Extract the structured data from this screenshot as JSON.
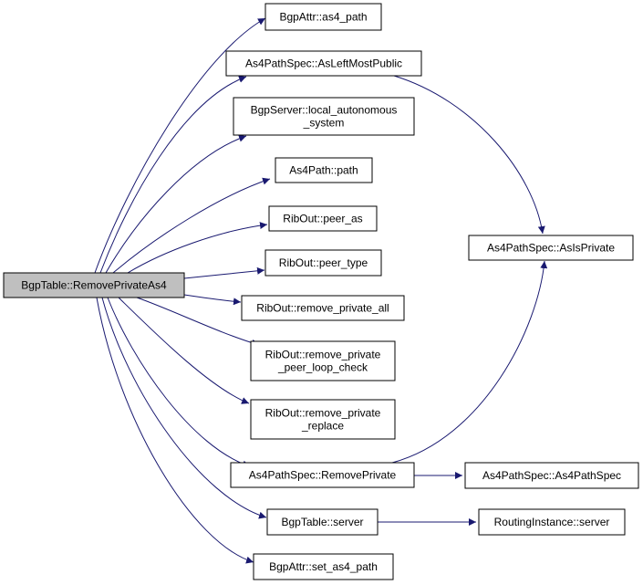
{
  "graph": {
    "colors": {
      "node_fill": "#ffffff",
      "root_fill": "#bfbfbf",
      "border": "#000000",
      "edge": "#191970",
      "text": "#000000"
    },
    "nodes": {
      "root": [
        "BgpTable::RemovePrivateAs4"
      ],
      "attr_as4_path": [
        "BgpAttr::as4_path"
      ],
      "leftmost": [
        "As4PathSpec::AsLeftMostPublic"
      ],
      "local_as": [
        "BgpServer::local_autonomous",
        "_system"
      ],
      "path": [
        "As4Path::path"
      ],
      "peer_as": [
        "RibOut::peer_as"
      ],
      "peer_type": [
        "RibOut::peer_type"
      ],
      "rm_all": [
        "RibOut::remove_private_all"
      ],
      "rm_loop": [
        "RibOut::remove_private",
        "_peer_loop_check"
      ],
      "rm_replace": [
        "RibOut::remove_private",
        "_replace"
      ],
      "rm_private": [
        "As4PathSpec::RemovePrivate"
      ],
      "server": [
        "BgpTable::server"
      ],
      "set_as4": [
        "BgpAttr::set_as4_path"
      ],
      "is_private": [
        "As4PathSpec::AsIsPrivate"
      ],
      "ctor": [
        "As4PathSpec::As4PathSpec"
      ],
      "ri_server": [
        "RoutingInstance::server"
      ]
    }
  }
}
